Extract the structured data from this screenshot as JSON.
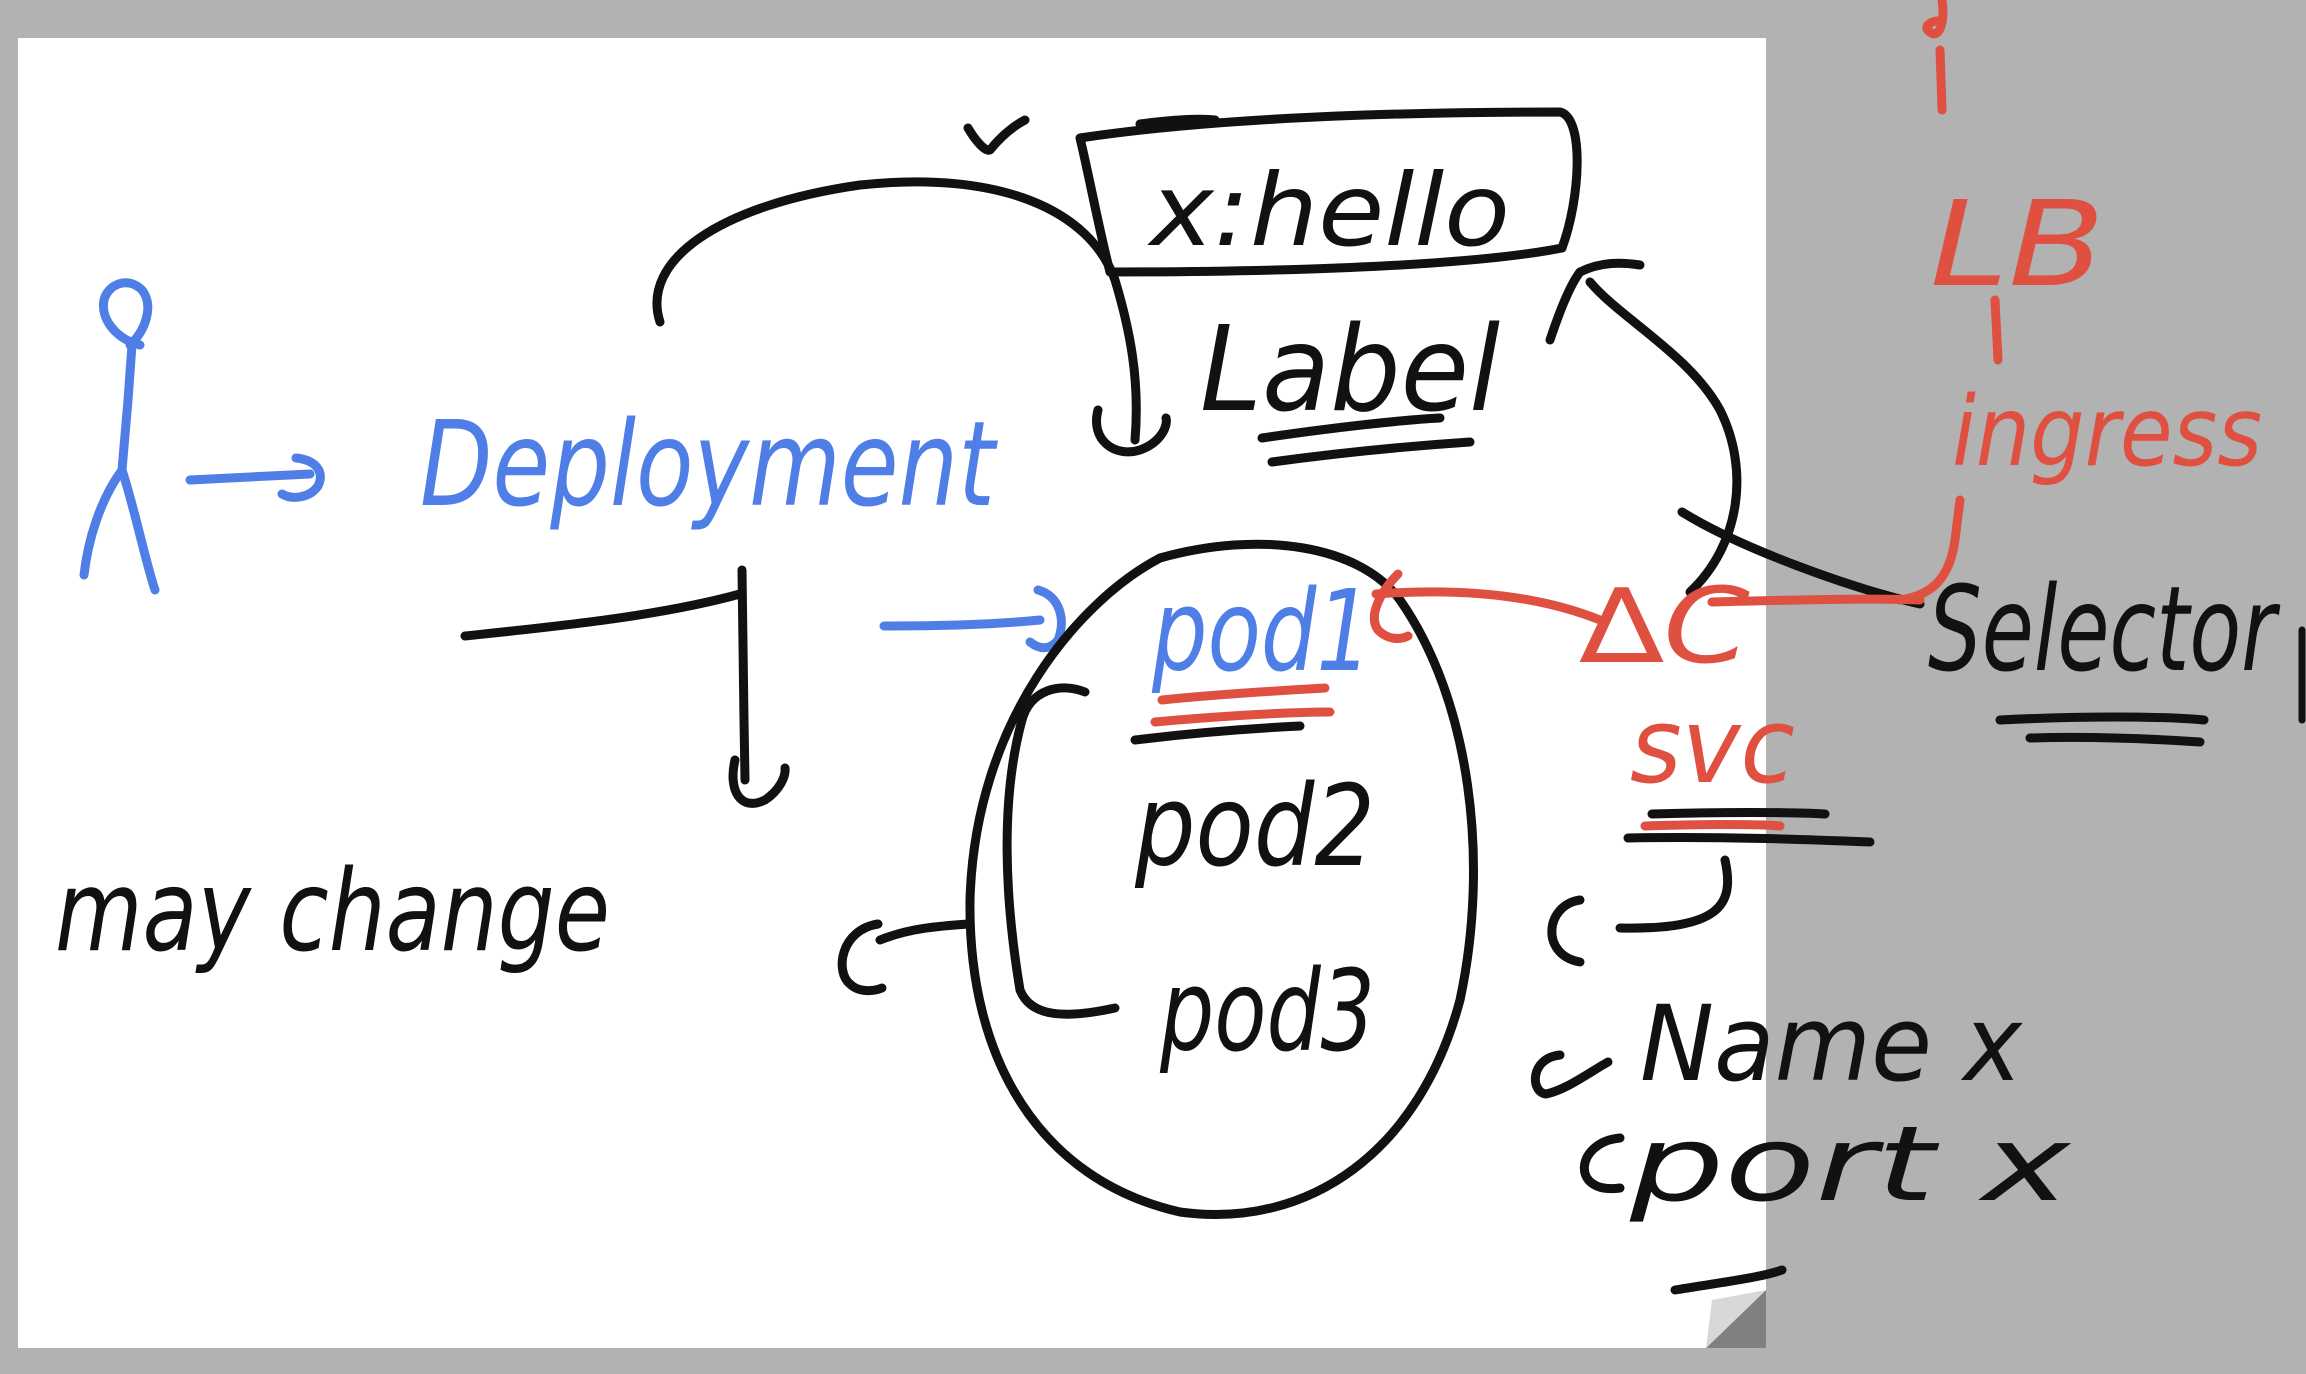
{
  "colors": {
    "background": "#b2b2b2",
    "page": "#ffffff",
    "ink_black": "#111111",
    "ink_blue": "#4f7fe6",
    "ink_red": "#e05040"
  },
  "labels": {
    "key_value": "x:hello",
    "label": "Label",
    "deployment": "Deployment",
    "may_change": "may change",
    "pod1": "pod1",
    "pod2": "pod2",
    "pod3": "pod3",
    "svc_symbol": "∆C",
    "svc": "svc",
    "selector": "Selector",
    "lb": "LB",
    "ingress": "ingress",
    "name_x": "Name x",
    "port_x": "port x"
  }
}
